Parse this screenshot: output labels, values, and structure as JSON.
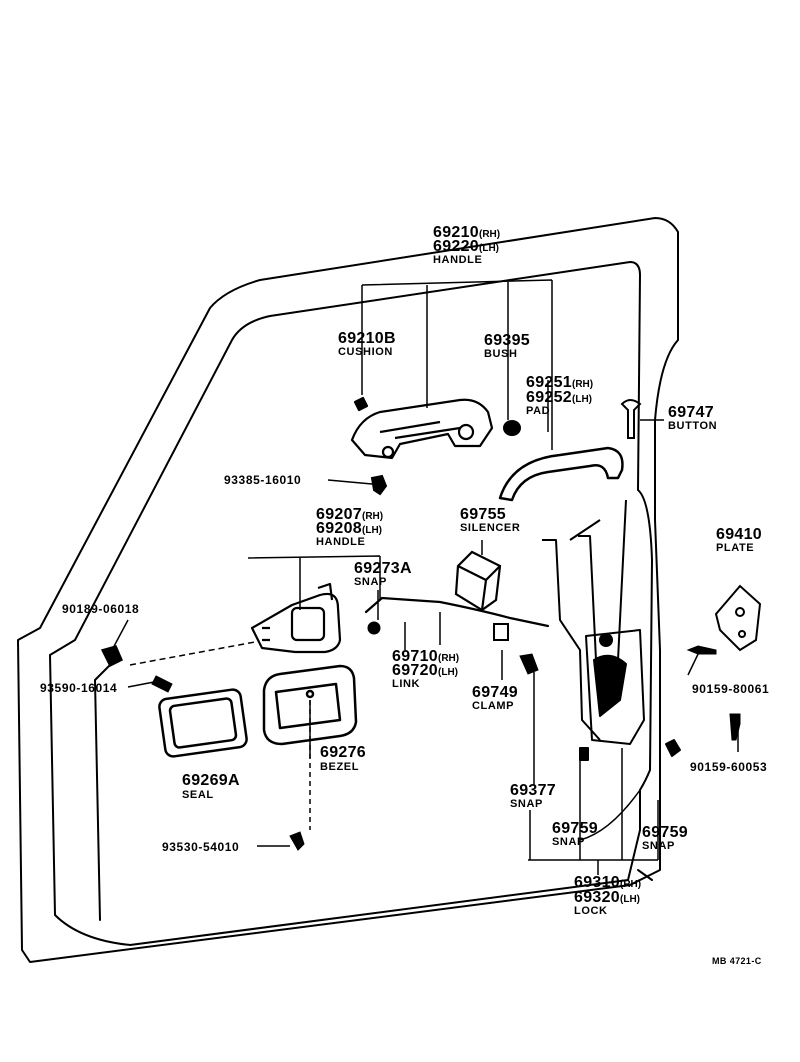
{
  "diagram": {
    "code": "MB 4721-C",
    "parts": {
      "outer_handle": {
        "rh": "69210",
        "lh": "69220",
        "side_rh": "(RH)",
        "side_lh": "(LH)",
        "name": "HANDLE"
      },
      "cushion": {
        "number": "69210B",
        "name": "CUSHION"
      },
      "bush": {
        "number": "69395",
        "name": "BUSH"
      },
      "pad": {
        "rh": "69251",
        "lh": "69252",
        "side_rh": "(RH)",
        "side_lh": "(LH)",
        "name": "PAD"
      },
      "button": {
        "number": "69747",
        "name": "BUTTON"
      },
      "screw_93385": {
        "number": "93385-16010"
      },
      "inner_handle": {
        "rh": "69207",
        "lh": "69208",
        "side_rh": "(RH)",
        "side_lh": "(LH)",
        "name": "HANDLE"
      },
      "silencer": {
        "number": "69755",
        "name": "SILENCER"
      },
      "plate": {
        "number": "69410",
        "name": "PLATE"
      },
      "snap_69273a": {
        "number": "69273A",
        "name": "SNAP"
      },
      "clip_90189": {
        "number": "90189-06018"
      },
      "link": {
        "rh": "69710",
        "lh": "69720",
        "side_rh": "(RH)",
        "side_lh": "(LH)",
        "name": "LINK"
      },
      "screw_93590": {
        "number": "93590-16014"
      },
      "clamp": {
        "number": "69749",
        "name": "CLAMP"
      },
      "bolt_90159_80061": {
        "number": "90159-80061"
      },
      "seal": {
        "number": "69269A",
        "name": "SEAL"
      },
      "bezel": {
        "number": "69276",
        "name": "BEZEL"
      },
      "snap_69377": {
        "number": "69377",
        "name": "SNAP"
      },
      "bolt_90159_60053": {
        "number": "90159-60053"
      },
      "snap_69759_a": {
        "number": "69759",
        "name": "SNAP"
      },
      "snap_69759_b": {
        "number": "69759",
        "name": "SNAP"
      },
      "screw_93530": {
        "number": "93530-54010"
      },
      "lock": {
        "rh": "69310",
        "lh": "69320",
        "side_rh": "(RH)",
        "side_lh": "(LH)",
        "name": "LOCK"
      }
    }
  }
}
